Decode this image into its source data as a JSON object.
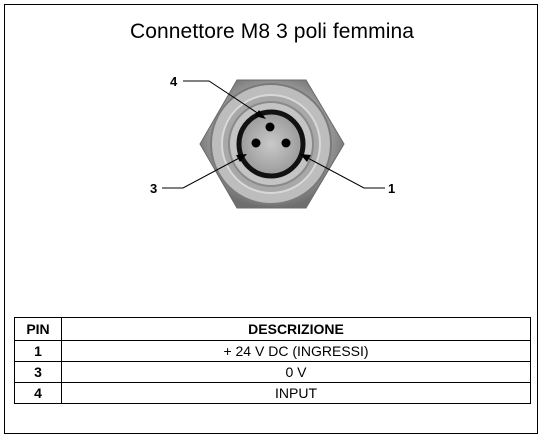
{
  "title": "Connettore M8 3 poli femmina",
  "diagram": {
    "pin_labels": {
      "top": "4",
      "left": "3",
      "right": "1"
    }
  },
  "table": {
    "headers": {
      "pin": "PIN",
      "description": "DESCRIZIONE"
    },
    "rows": [
      {
        "pin": "1",
        "description": "+ 24 V DC (INGRESSI)"
      },
      {
        "pin": "3",
        "description": "0 V"
      },
      {
        "pin": "4",
        "description": "INPUT"
      }
    ]
  }
}
